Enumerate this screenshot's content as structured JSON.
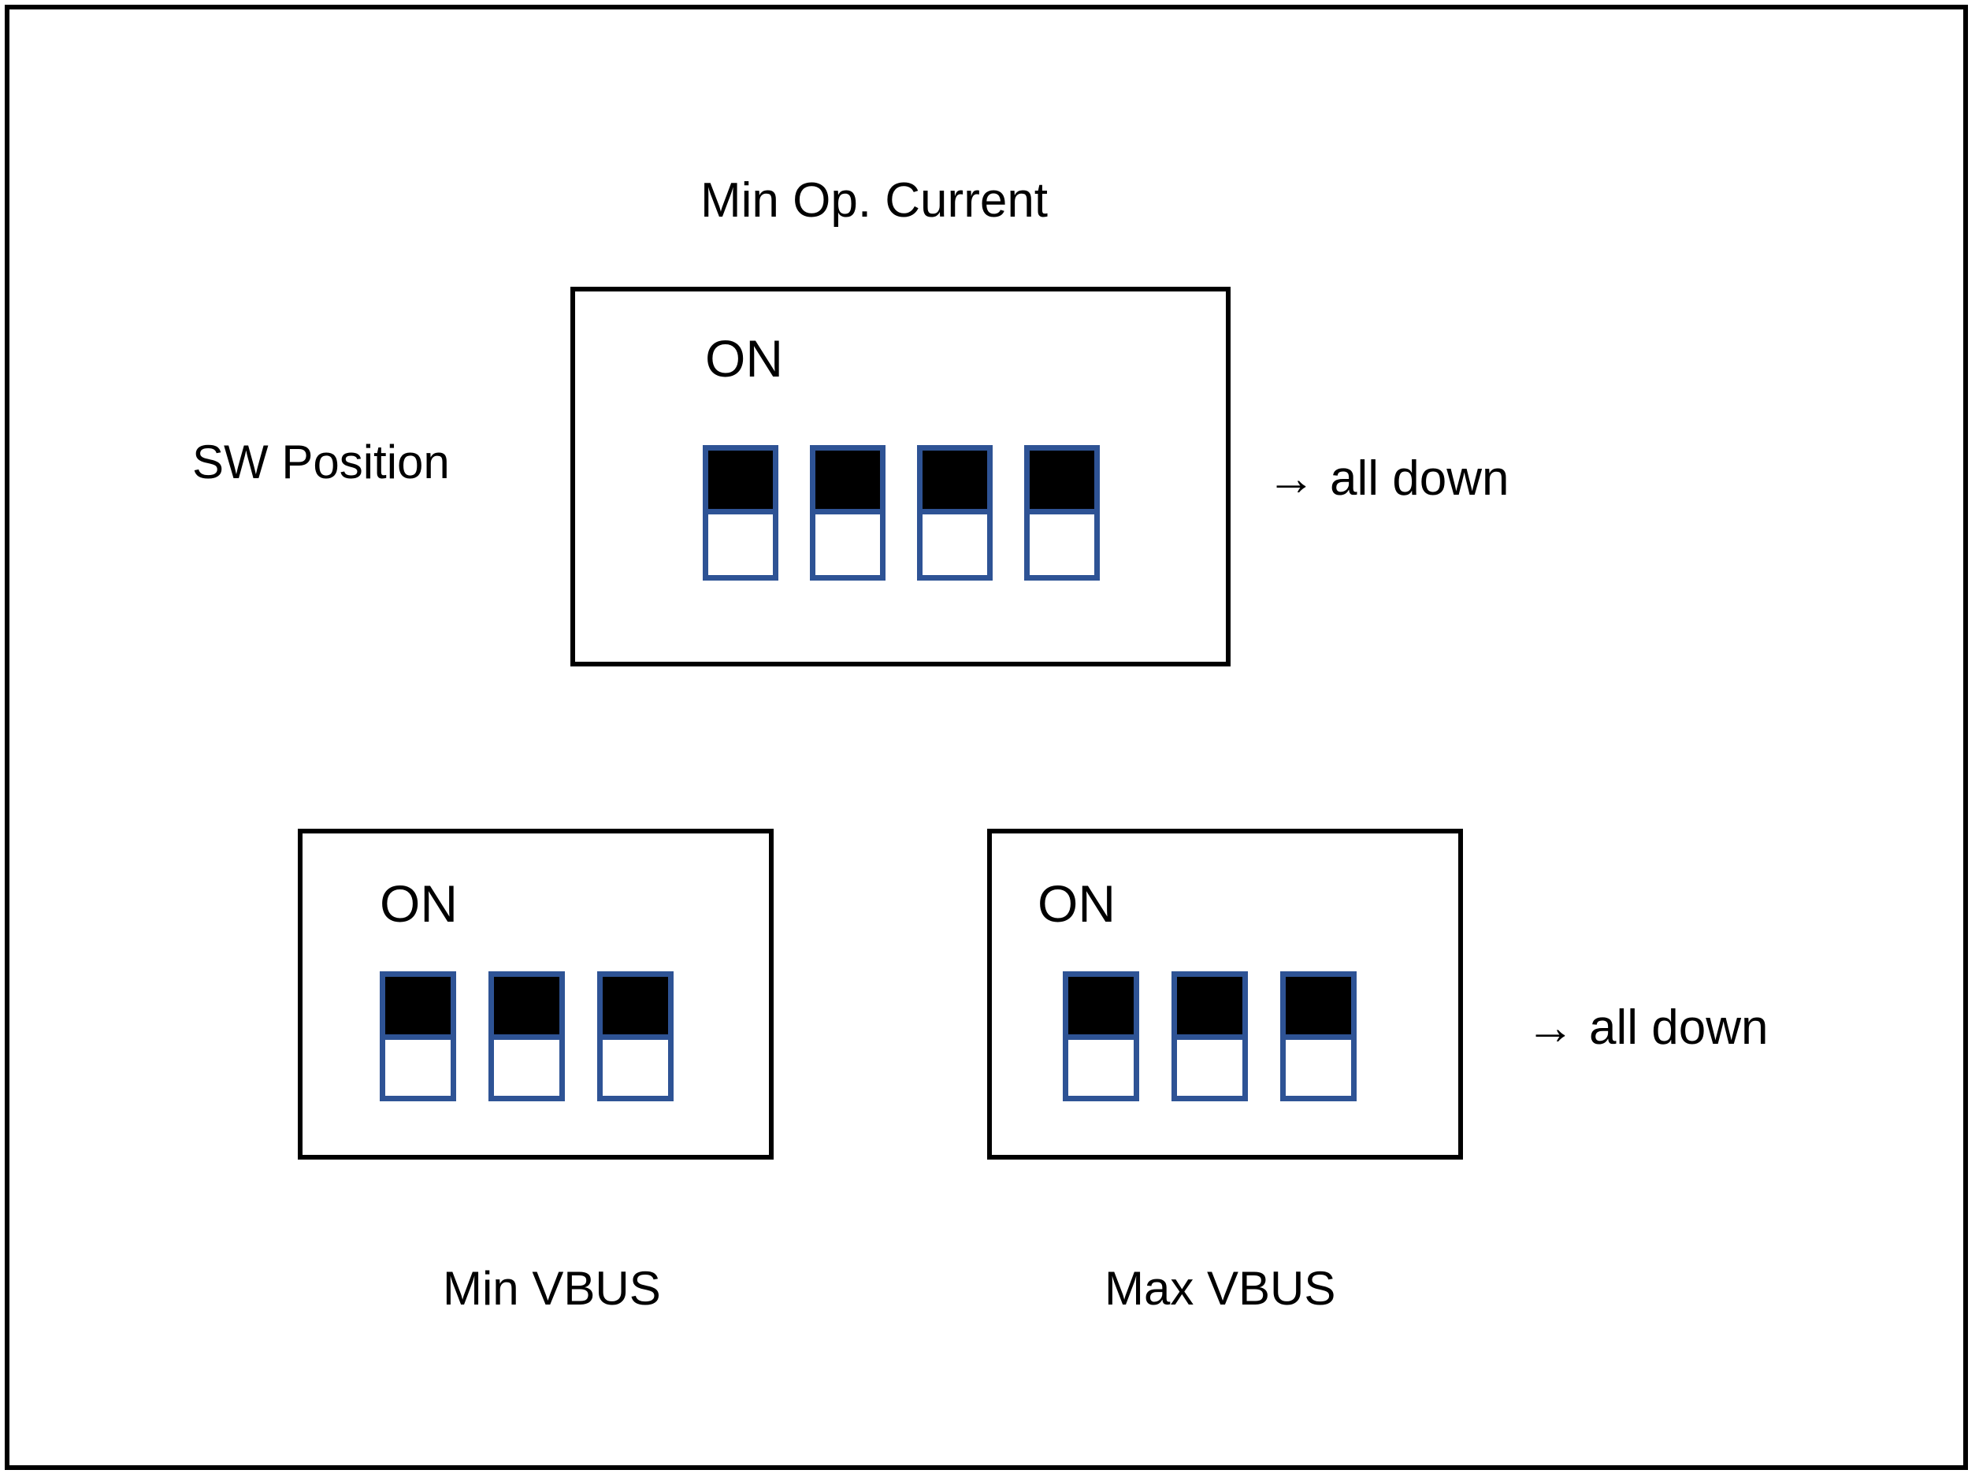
{
  "diagram": {
    "title": "Min Op. Current",
    "sw_position_label": "SW Position",
    "banks": [
      {
        "id": "min-op-current",
        "on_label": "ON",
        "switch_count": 4,
        "switch_states": [
          "up",
          "up",
          "up",
          "up"
        ],
        "annotation": {
          "arrow": "arrow-right-icon",
          "arrow_glyph": "→",
          "text": "all down"
        },
        "caption": ""
      },
      {
        "id": "min-vbus",
        "on_label": "ON",
        "switch_count": 3,
        "switch_states": [
          "up",
          "up",
          "up"
        ],
        "annotation": null,
        "caption": "Min VBUS"
      },
      {
        "id": "max-vbus",
        "on_label": "ON",
        "switch_count": 3,
        "switch_states": [
          "up",
          "up",
          "up"
        ],
        "annotation": {
          "arrow": "arrow-right-icon",
          "arrow_glyph": "→",
          "text": "all down"
        },
        "caption": "Max VBUS"
      }
    ],
    "colors": {
      "switch_border": "#2E5395",
      "switch_lever": "#000000",
      "case_border": "#000000",
      "background": "#ffffff",
      "text": "#000000"
    }
  }
}
